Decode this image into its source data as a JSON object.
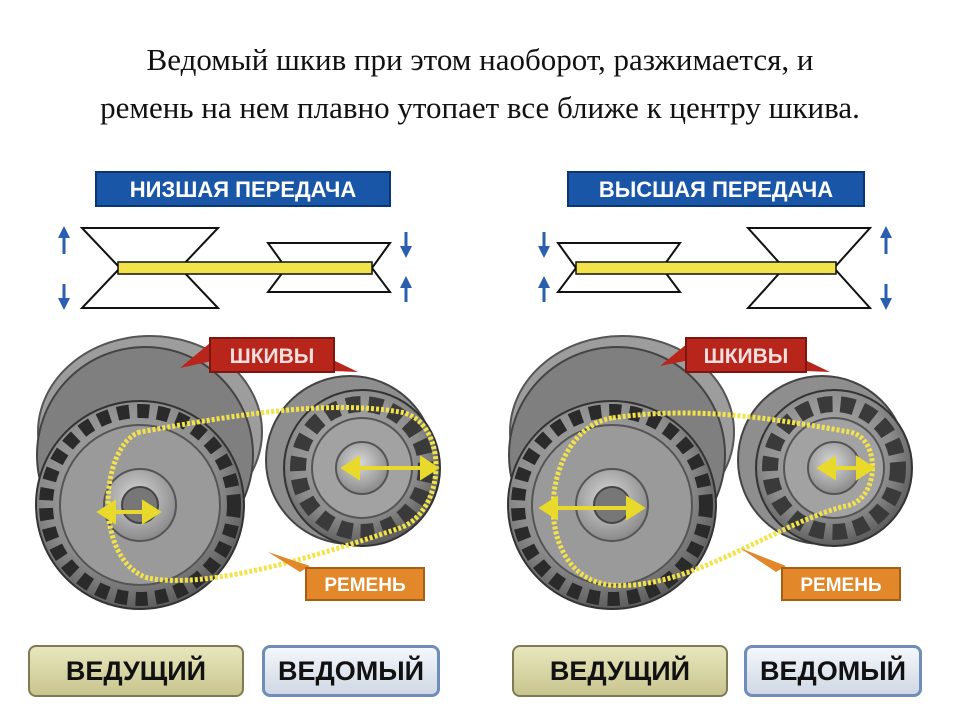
{
  "title": {
    "line1": "Ведомый шкив при этом наоборот, разжимается, и",
    "line2": "ремень на нем плавно утопает все ближе к центру шкива."
  },
  "panels": [
    {
      "heading": "НИЗШАЯ ПЕРЕДАЧА",
      "pulleys_label": "ШКИВЫ",
      "belt_label": "РЕМЕНЬ",
      "drive_button": "ВЕДУЩИЙ",
      "driven_button": "ВЕДОМЫЙ"
    },
    {
      "heading": "ВЫСШАЯ ПЕРЕДАЧА",
      "pulleys_label": "ШКИВЫ",
      "belt_label": "РЕМЕНЬ",
      "drive_button": "ВЕДУЩИЙ",
      "driven_button": "ВЕДОМЫЙ"
    }
  ],
  "colors": {
    "heading_bg": "#1a56a8",
    "callout_red": "#b8251a",
    "callout_orange": "#e2872a",
    "belt_yellow": "#f2e34a",
    "arrow_blue": "#2a5fb0"
  }
}
